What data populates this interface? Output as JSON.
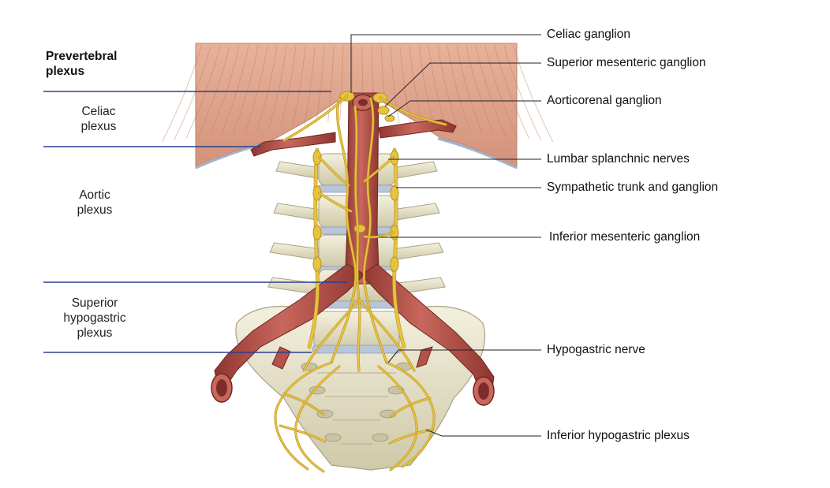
{
  "left_panel": {
    "title": "Prevertebral\nplexus",
    "regions": [
      {
        "label": "Celiac\nplexus"
      },
      {
        "label": "Aortic\nplexus"
      },
      {
        "label": "Superior\nhypogastric\nplexus"
      }
    ]
  },
  "right_labels": [
    {
      "text": "Celiac ganglion"
    },
    {
      "text": "Superior mesenteric ganglion"
    },
    {
      "text": "Aorticorenal ganglion"
    },
    {
      "text": "Lumbar splanchnic nerves"
    },
    {
      "text": "Sympathetic trunk and ganglion"
    },
    {
      "text": "Inferior mesenteric ganglion"
    },
    {
      "text": "Hypogastric nerve"
    },
    {
      "text": "Inferior hypogastric plexus"
    }
  ],
  "colors": {
    "divider_line": "#2b3f8f",
    "leader_line": "#222222",
    "muscle": "#dba38a",
    "muscle_dark": "#c47a62",
    "artery": "#b5524a",
    "artery_dark": "#7d2d29",
    "bone": "#ece8d2",
    "bone_shadow": "#c9c3a4",
    "disc": "#b9c6da",
    "nerve": "#e8c340",
    "nerve_dark": "#b8921c"
  }
}
